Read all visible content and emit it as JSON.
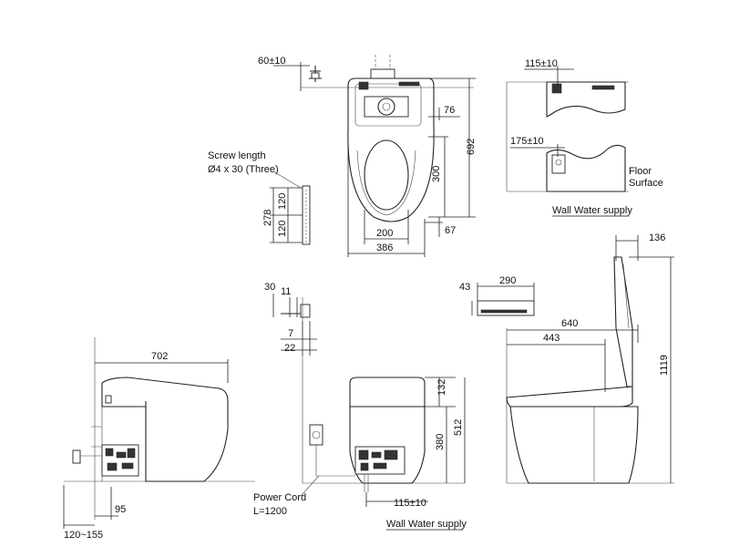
{
  "dimensions": {
    "top_tap_offset": "60±10",
    "top_76": "76",
    "top_692": "692",
    "top_300": "300",
    "top_200": "200",
    "top_386": "386",
    "top_67": "67",
    "screw_278": "278",
    "screw_120a": "120",
    "screw_120b": "120",
    "supply_115_top": "115±10",
    "supply_175": "175±10",
    "bracket_30": "30",
    "bracket_11": "11",
    "bracket_7": "7",
    "bracket_22": "22",
    "remote_43": "43",
    "remote_290": "290",
    "side_702": "702",
    "side_95": "95",
    "side_120_155": "120~155",
    "front_132": "132",
    "front_512": "512",
    "front_380": "380",
    "front_115": "115±10",
    "rside_136": "136",
    "rside_640": "640",
    "rside_443": "443",
    "rside_1119": "1119"
  },
  "labels": {
    "screw_length_title": "Screw length",
    "screw_length_spec": "Ø4 x 30 (Three)",
    "floor": "Floor",
    "surface": "Surface",
    "wall_water_supply_top": "Wall Water supply",
    "power_cord": "Power Cord",
    "power_cord_length": "L=1200",
    "wall_water_supply_bottom": "Wall Water supply"
  }
}
